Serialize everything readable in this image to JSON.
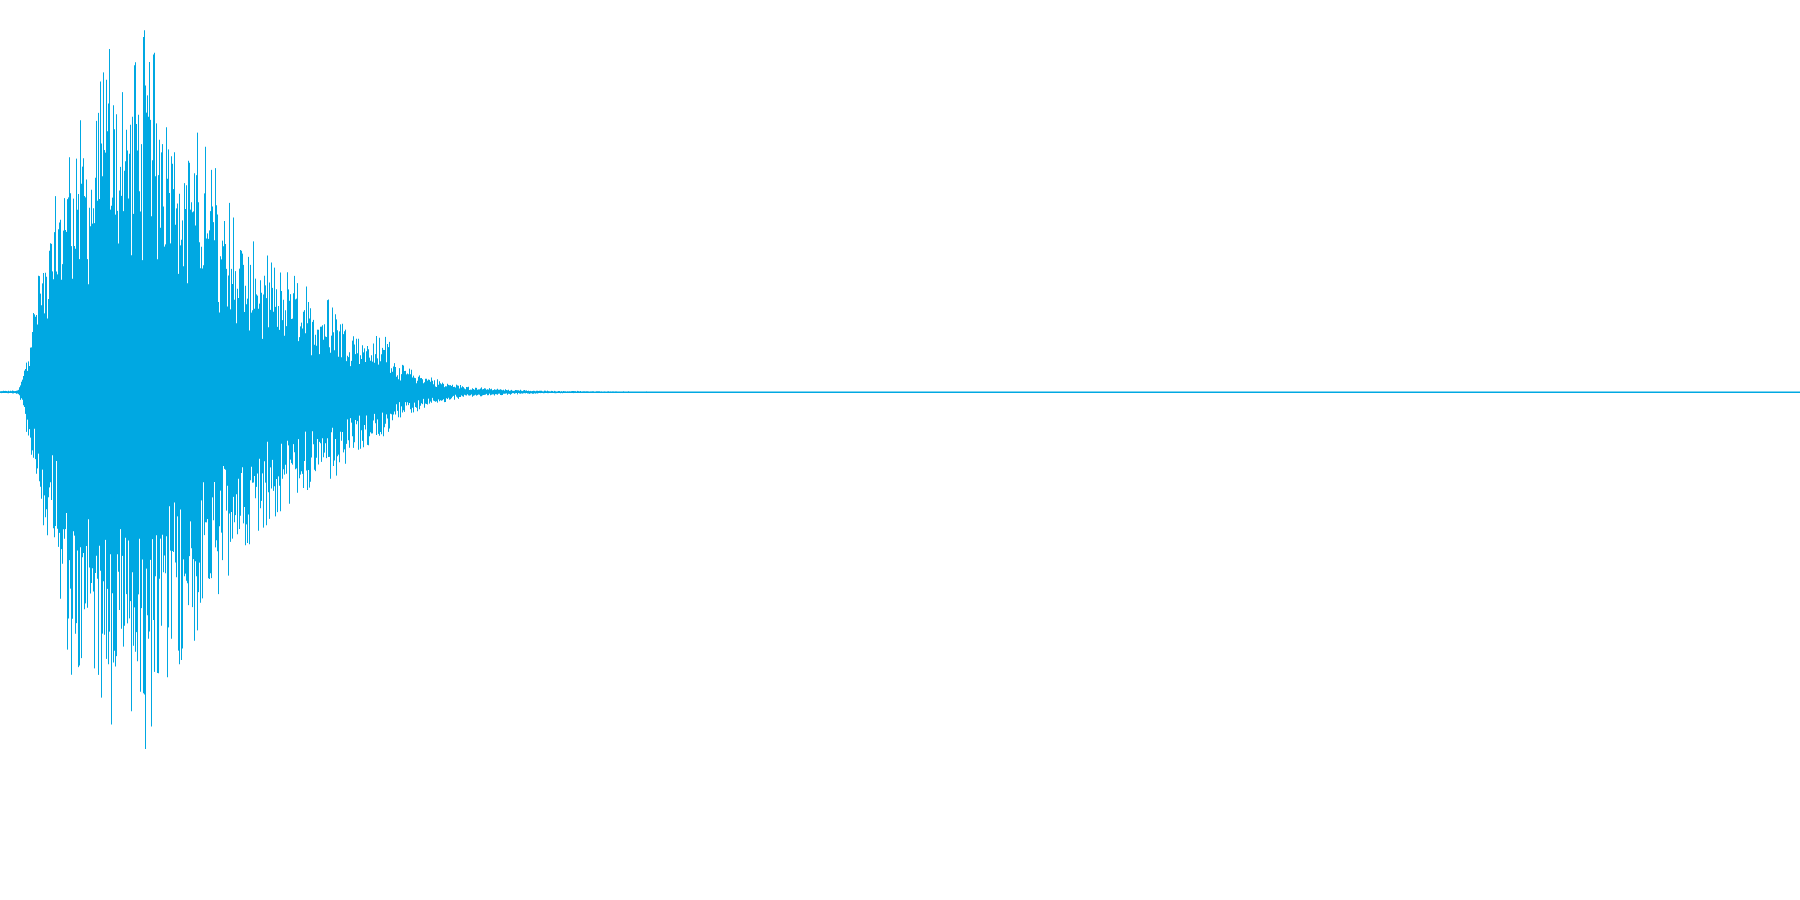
{
  "chart_data": {
    "type": "area",
    "chart_kind": "audio-waveform",
    "channels": 1,
    "colors": {
      "waveform": "#00a8e2",
      "background": "#ffffff"
    },
    "time_range": [
      0,
      1
    ],
    "amplitude_range": [
      -1,
      1
    ],
    "grid": false,
    "legend": "none",
    "envelope": {
      "t": [
        0.0,
        0.005,
        0.01,
        0.013,
        0.016,
        0.02,
        0.025,
        0.03,
        0.035,
        0.04,
        0.05,
        0.06,
        0.07,
        0.08,
        0.09,
        0.1,
        0.11,
        0.12,
        0.13,
        0.14,
        0.15,
        0.16,
        0.17,
        0.18,
        0.185,
        0.19,
        0.2,
        0.21,
        0.215,
        0.22,
        0.23,
        0.24,
        0.25,
        0.26,
        0.28,
        0.3,
        0.32,
        0.34,
        0.36,
        0.38,
        0.4,
        1.0
      ],
      "upper": [
        0.003,
        0.004,
        0.005,
        0.06,
        0.19,
        0.3,
        0.42,
        0.52,
        0.66,
        0.83,
        0.72,
        0.94,
        0.86,
        1.0,
        0.88,
        0.76,
        0.7,
        0.61,
        0.48,
        0.42,
        0.36,
        0.33,
        0.29,
        0.25,
        0.27,
        0.22,
        0.17,
        0.15,
        0.16,
        0.08,
        0.06,
        0.04,
        0.025,
        0.015,
        0.008,
        0.004,
        0.003,
        0.002,
        0.0015,
        0.0012,
        0.0008,
        0.0006
      ],
      "lower": [
        -0.003,
        -0.004,
        -0.005,
        -0.06,
        -0.17,
        -0.29,
        -0.4,
        -0.48,
        -0.62,
        -0.83,
        -0.7,
        -0.93,
        -0.83,
        -1.0,
        -0.87,
        -0.74,
        -0.69,
        -0.6,
        -0.47,
        -0.4,
        -0.35,
        -0.31,
        -0.27,
        -0.24,
        -0.26,
        -0.21,
        -0.16,
        -0.14,
        -0.15,
        -0.075,
        -0.055,
        -0.038,
        -0.024,
        -0.014,
        -0.008,
        -0.004,
        -0.003,
        -0.002,
        -0.0015,
        -0.0012,
        -0.0008,
        -0.0006
      ]
    }
  }
}
